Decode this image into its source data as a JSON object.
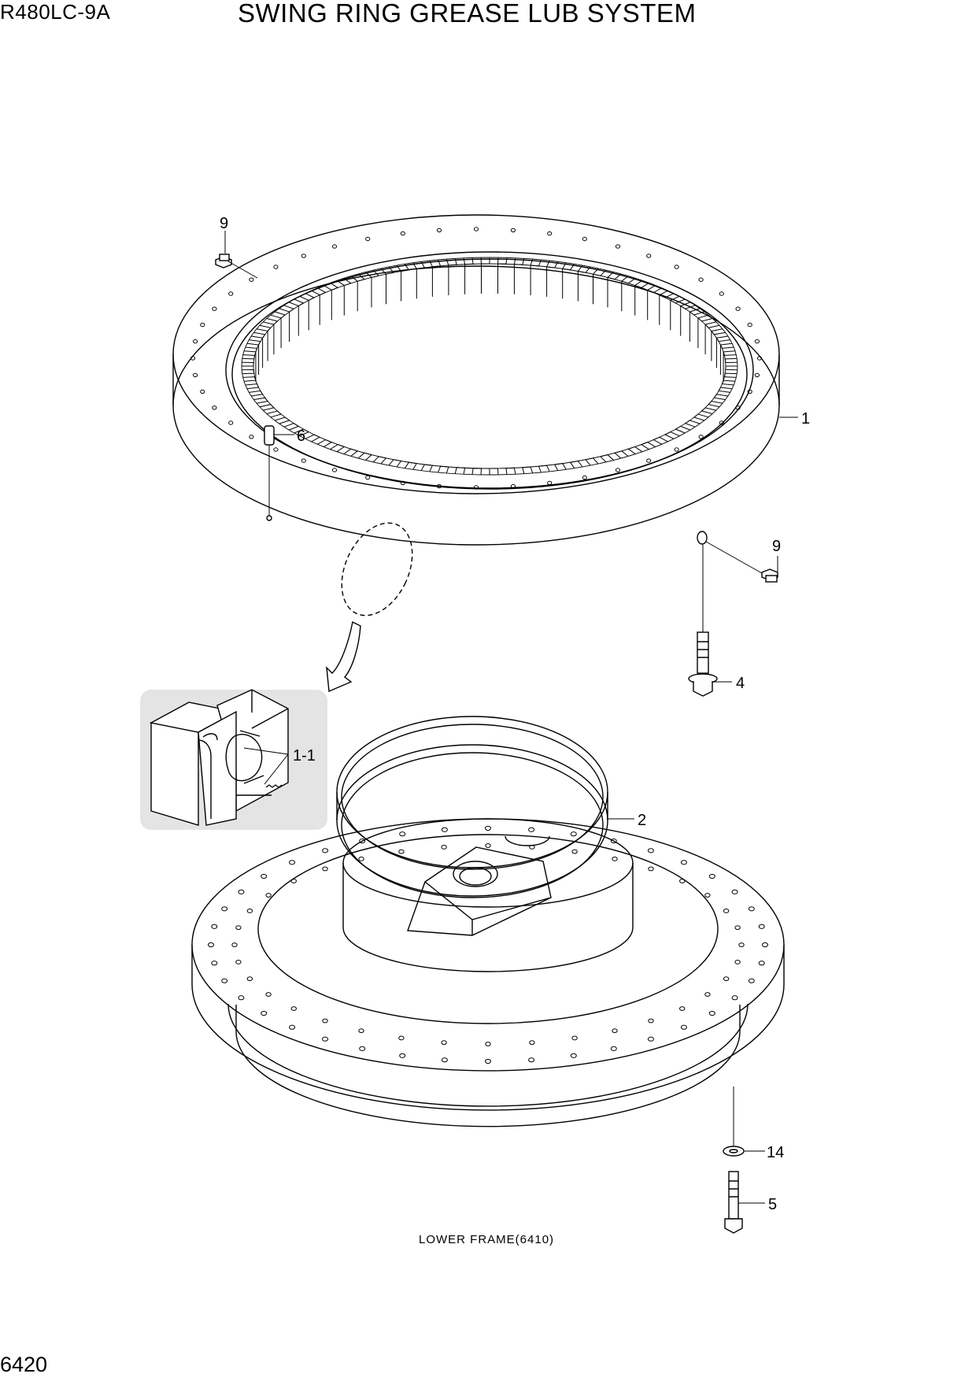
{
  "header": {
    "model": "R480LC-9A",
    "title": "SWING RING GREASE LUB SYSTEM"
  },
  "footer": {
    "page_number": "6420"
  },
  "diagram": {
    "lower_frame_note": "LOWER FRAME(6410)",
    "callouts": {
      "part_1": "1",
      "part_1_1": "1-1",
      "part_2": "2",
      "part_4": "4",
      "part_5": "5",
      "part_6": "6",
      "part_9_top": "9",
      "part_9_right": "9",
      "part_14": "14"
    }
  },
  "colors": {
    "line": "#000000",
    "detail_panel": "#e4e4e4",
    "background": "#ffffff"
  }
}
